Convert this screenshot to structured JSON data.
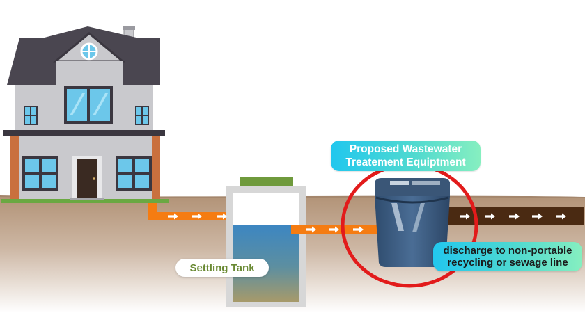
{
  "labels": {
    "equipment": "Proposed Wastewater\nTreatement Equiptment",
    "tank": "Settling Tank",
    "discharge": "discharge to non-portable\nrecycling or sewage line"
  },
  "icons": {
    "flow": "arrow-right-icon",
    "highlight": "circle-highlight"
  },
  "colors": {
    "ground": "#b79a80",
    "pipe_inflow": "#f57c12",
    "pipe_discharge": "#4a2a12",
    "highlight_ring": "#e21b1b",
    "label_gradient_start": "#22c7ee",
    "label_gradient_end": "#86efc0",
    "tank_label_text": "#6a8a34",
    "tank_water": "#3e86c0",
    "equipment_body": "#3b5b80",
    "roof": "#4a4650",
    "wall": "#c9c9cd"
  }
}
